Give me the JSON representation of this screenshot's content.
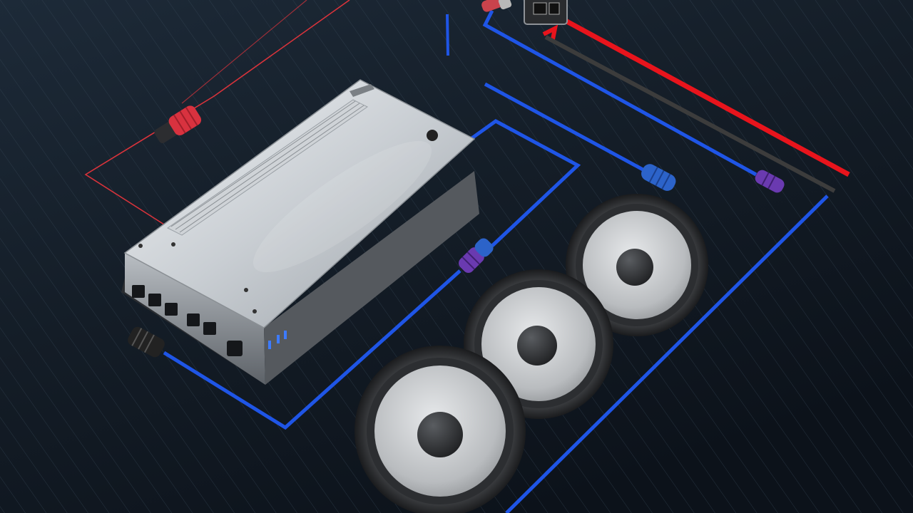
{
  "scene": {
    "subject": "car-audio-amplifier-wiring",
    "colors": {
      "background_top": "#1d2a38",
      "background_bottom": "#0c121a",
      "grid_line": "#3a4b5c",
      "power_wire": "#e8141c",
      "ground_wire": "#3c3c3c",
      "speaker_wire": "#1f55e6",
      "thin_red_wire": "#d8333b",
      "amp_body_light": "#e4e7ea",
      "amp_body_dark": "#8c9298",
      "speaker_frame": "#2c2e31",
      "speaker_cone": "#c8cacc",
      "speaker_cap": "#333538",
      "connector_blue": "#2c63c9",
      "connector_purple": "#6a3ab0",
      "connector_red": "#d8323f",
      "connector_black": "#222",
      "led_blue": "#3d7bff"
    },
    "elements": [
      "amplifier",
      "speaker-left",
      "speaker-middle",
      "speaker-right",
      "rca-plug-red",
      "rca-plug-black",
      "connector-blue",
      "connector-purple",
      "fuse-block"
    ]
  }
}
